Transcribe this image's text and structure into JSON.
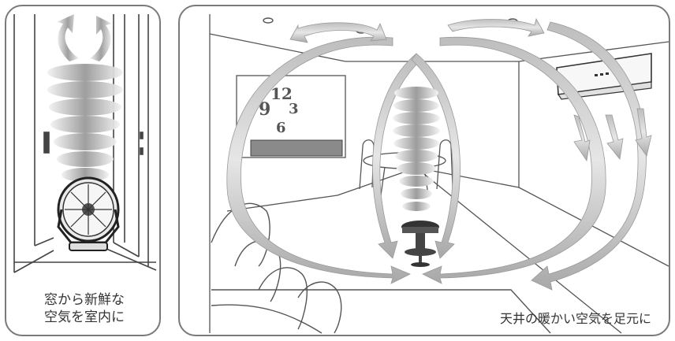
{
  "left_panel": {
    "caption_line1": "窓から新鮮な",
    "caption_line2": "空気を室内に"
  },
  "right_panel": {
    "caption": "天井の暖かい空気を足元に",
    "clock": {
      "n12": "12",
      "n9": "9",
      "n3": "3",
      "n6": "6"
    }
  },
  "icons": [
    "window-icon",
    "circulator-fan-icon",
    "air-swirl-icon",
    "air-circulation-arrow-icon",
    "air-conditioner-icon",
    "wall-clock-icon",
    "dining-table-icon",
    "sofa-icon"
  ]
}
